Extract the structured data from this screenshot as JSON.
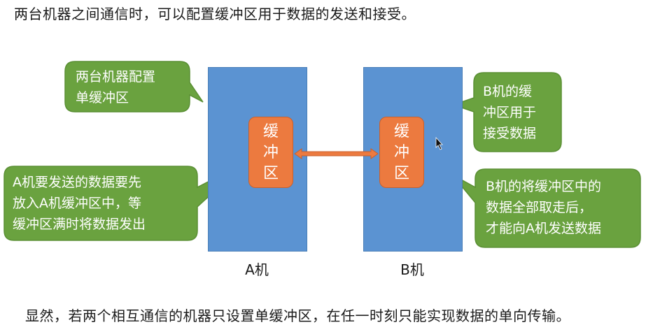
{
  "intro": "两台机器之间通信时，可以配置缓冲区用于数据的发送和接受。",
  "conclusion": "显然，若两个相互通信的机器只设置单缓冲区，在任一时刻只能实现数据的单向传输。",
  "machines": {
    "a": {
      "label": "A机",
      "buffer": [
        "缓",
        "冲",
        "区"
      ]
    },
    "b": {
      "label": "B机",
      "buffer": [
        "缓",
        "冲",
        "区"
      ]
    }
  },
  "callouts": {
    "top_left": [
      "两台机器配置",
      "单缓冲区"
    ],
    "left": [
      "A机要发送的数据要先",
      "放入A机缓冲区中，等",
      "缓冲区满时将数据发出"
    ],
    "top_right": [
      "B机的缓",
      "冲区用于",
      "接受数据"
    ],
    "right": [
      "B机的将缓冲区中的",
      "数据全部取走后，",
      "才能向A机发送数据"
    ]
  },
  "colors": {
    "machine": "#5b93d2",
    "buffer": "#ec7a3f",
    "callout": "#6aa23f",
    "arrow": "#ec7a3f"
  }
}
